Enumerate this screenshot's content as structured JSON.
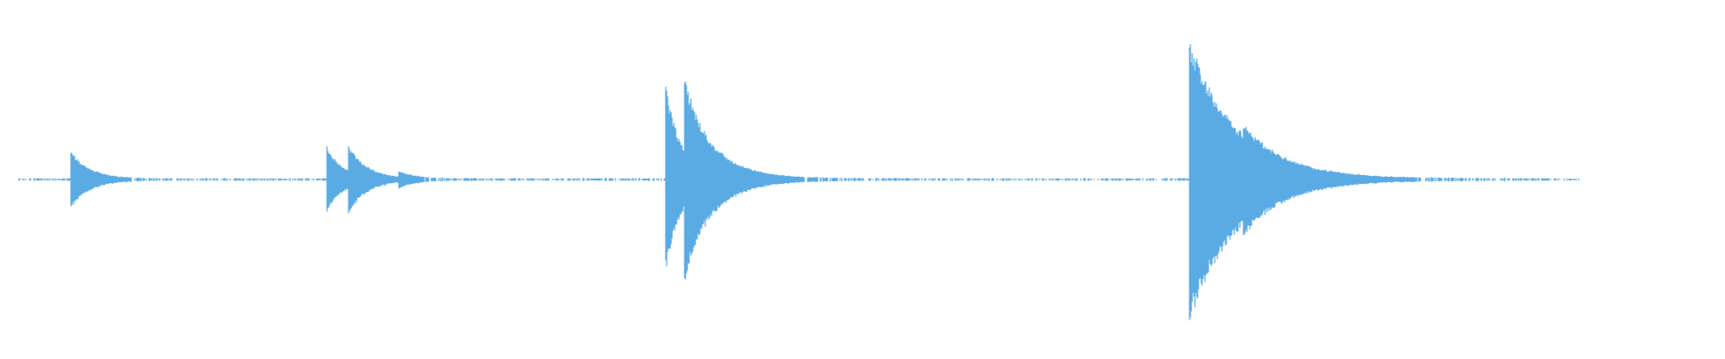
{
  "waveform": {
    "color": "#5aabe3",
    "background": "#ffffff",
    "duration": 1,
    "transients": [
      {
        "time": 0.038,
        "peak": 0.14,
        "decay": 0.012
      },
      {
        "time": 0.2,
        "peak": 0.17,
        "decay": 0.01
      },
      {
        "time": 0.214,
        "peak": 0.13,
        "decay": 0.012
      },
      {
        "time": 0.246,
        "peak": 0.03,
        "decay": 0.01
      },
      {
        "time": 0.415,
        "peak": 0.48,
        "decay": 0.01
      },
      {
        "time": 0.427,
        "peak": 0.38,
        "decay": 0.02
      },
      {
        "time": 0.747,
        "peak": 0.72,
        "decay": 0.03
      },
      {
        "time": 0.781,
        "peak": 0.06,
        "decay": 0.018
      }
    ],
    "noise_floor": 0.008,
    "active_range": [
      0.005,
      0.995
    ]
  }
}
